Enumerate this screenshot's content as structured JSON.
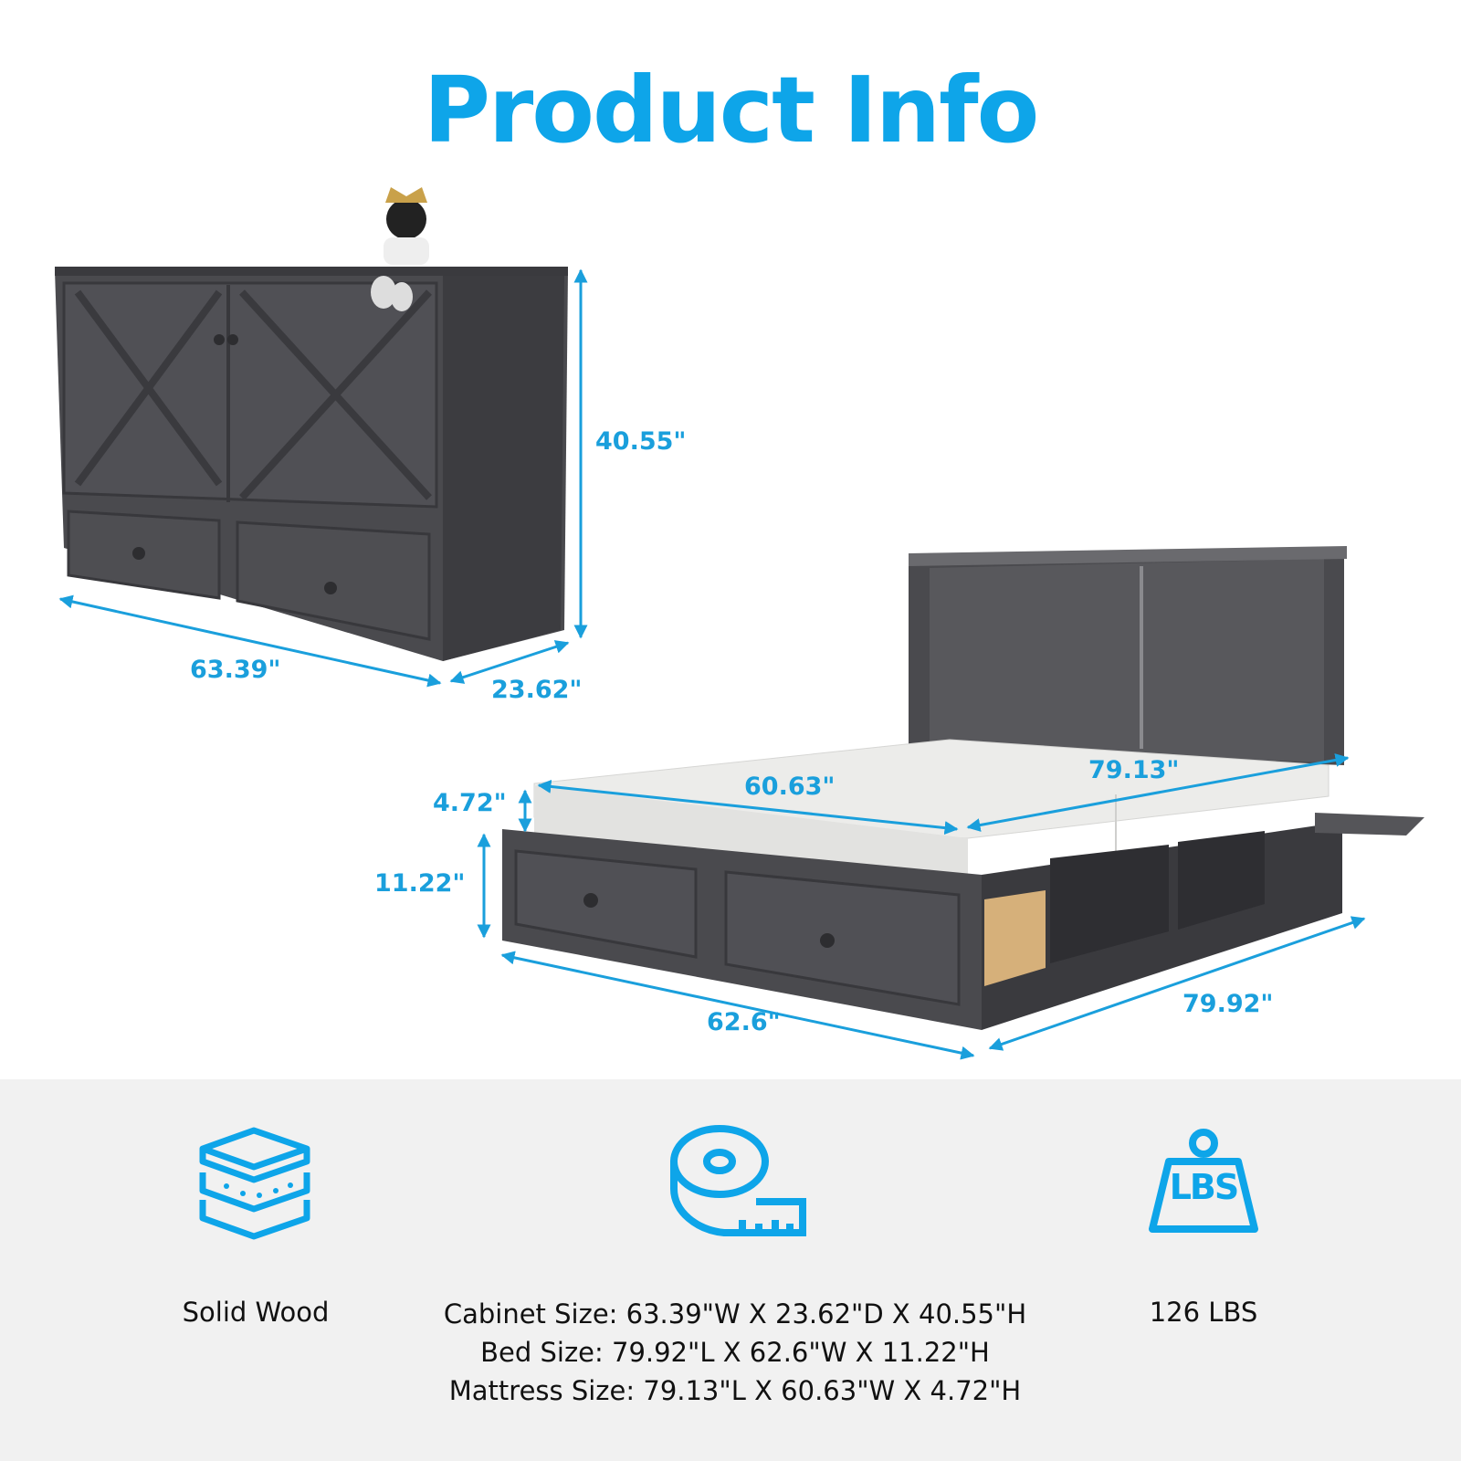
{
  "title": "Product Info",
  "colors": {
    "accent": "#0ea5e9",
    "furniture": "#4a4a4e",
    "mattress": "#ececea",
    "panel_bg": "#f1f1f1"
  },
  "cabinet_dimensions": {
    "height": "40.55\"",
    "width": "63.39\"",
    "depth": "23.62\""
  },
  "bed_dimensions": {
    "mattress_width": "60.63\"",
    "mattress_length": "79.13\"",
    "mattress_height": "4.72\"",
    "bed_height": "11.22\"",
    "bed_width": "62.6\"",
    "bed_length": "79.92\""
  },
  "features": [
    {
      "icon": "layers-icon",
      "label": "Solid Wood"
    },
    {
      "icon": "tape-measure-icon",
      "lines": [
        "Cabinet Size: 63.39\"W X 23.62\"D X 40.55\"H",
        "Bed Size: 79.92\"L X 62.6\"W X 11.22\"H",
        "Mattress Size: 79.13\"L X 60.63\"W X 4.72\"H"
      ]
    },
    {
      "icon": "weight-icon",
      "icon_text": "LBS",
      "label": "126 LBS"
    }
  ]
}
